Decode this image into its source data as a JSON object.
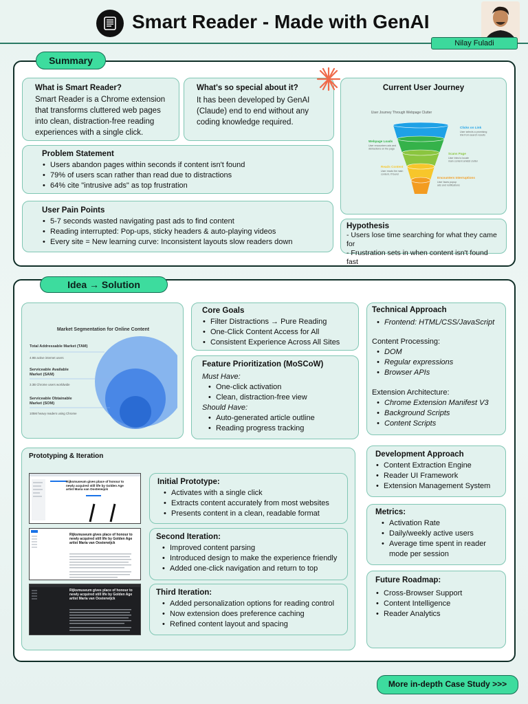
{
  "header": {
    "title": "Smart Reader - Made with GenAI",
    "author": "Nilay Fuladi"
  },
  "summary": {
    "label": "Summary",
    "what": {
      "title": "What is Smart Reader?",
      "body": "Smart Reader is a Chrome extension that transforms cluttered web pages into clean, distraction-free reading experiences with a single click."
    },
    "special": {
      "title": "What's so special about it?",
      "body": "It has been developed by GenAI (Claude) end to end without any coding knowledge required."
    },
    "problem": {
      "title": "Problem Statement",
      "items": [
        "Users abandon pages within seconds if content isn't  found",
        "79% of users scan rather than read due to distractions",
        "64% cite \"intrusive ads\" as top frustration"
      ]
    },
    "pain": {
      "title": "User Pain Points",
      "items": [
        "5-7 seconds wasted navigating past ads to find content",
        "Reading interrupted: Pop-ups, sticky headers & auto-playing videos",
        "Every site = New learning curve: Inconsistent layouts slow readers down"
      ]
    },
    "journey": {
      "title": "Current User Journey",
      "diagram_title": "User Journey Through Webpage Clutter",
      "stages": [
        {
          "label": "Clicks on Link",
          "desc": "User selects a promising link from search results",
          "color": "#1ea1e6"
        },
        {
          "label": "Webpage Loads",
          "desc": "User encounters ads and distractions on the page",
          "color": "#35b24a"
        },
        {
          "label": "Scans Page",
          "desc": "User tries to locate main content amidst clutter",
          "color": "#8bc53f"
        },
        {
          "label": "Reads Content",
          "desc": "User reads the main content, if found",
          "color": "#f7c62b"
        },
        {
          "label": "Encounters Interruptions",
          "desc": "User faces popup ads and notifications",
          "color": "#f39c21"
        }
      ]
    },
    "hypothesis": {
      "title": "Hypothesis",
      "items": [
        "- Users lose time searching for what they came for",
        "- Frustration sets in when content isn't found fast"
      ]
    }
  },
  "idea": {
    "label": "Idea → Solution",
    "market": {
      "title": "Market Segmentation for Online Content",
      "segments": [
        {
          "name": "Total Addressable Market (TAM)",
          "desc": "4.9B active internet users",
          "color": "#3d84ee"
        },
        {
          "name": "Serviceable Available Market (SAM)",
          "desc": "3.3B Chrome users worldwide",
          "color": "#2f74e3"
        },
        {
          "name": "Serviceable Obtainable Market (SOM)",
          "desc": "105M heavy readers using Chrome",
          "color": "#2466cf"
        }
      ]
    },
    "goals": {
      "title": "Core Goals",
      "items": [
        "Filter Distractions → Pure Reading",
        "One-Click Content Access for All",
        "Consistent Experience Across All Sites"
      ]
    },
    "moscow": {
      "title": "Feature Prioritization (MoSCoW)",
      "must_label": "Must Have:",
      "must": [
        "One-click activation",
        "Clean, distraction-free view"
      ],
      "should_label": "Should Have:",
      "should": [
        "Auto-generated article outline",
        "Reading progress tracking"
      ]
    },
    "tech": {
      "title": "Technical Approach",
      "frontend": "Frontend: HTML/CSS/JavaScript",
      "processing_label": "Content Processing:",
      "processing": [
        "DOM",
        "Regular expressions",
        "Browser APIs"
      ],
      "arch_label": "Extension Architecture:",
      "arch": [
        "Chrome Extension Manifest V3",
        "Background Scripts",
        "Content Scripts"
      ]
    },
    "proto": {
      "title": "Prototyping & Iteration",
      "shot_title": "Rijksmuseum gives place of honour to newly acquired still life by Golden Age artist Maria van Oosterwijck",
      "iterations": [
        {
          "title": "Initial Prototype:",
          "items": [
            "Activates with a single click",
            "Extracts content accurately from most websites",
            "Presents content in a clean, readable format"
          ]
        },
        {
          "title": "Second Iteration:",
          "items": [
            "Improved content parsing",
            "Introduced design to make the experience friendly",
            "Added one-click navigation and return to top"
          ]
        },
        {
          "title": "Third Iteration:",
          "items": [
            "Added personalization options for reading control",
            "Now extension does preference caching",
            "Refined content layout and spacing"
          ]
        }
      ]
    },
    "dev": {
      "title": "Development Approach",
      "items": [
        "Content Extraction Engine",
        "Reader UI Framework",
        "Extension Management System"
      ]
    },
    "metrics": {
      "title": "Metrics:",
      "items": [
        "Activation Rate",
        "Daily/weekly active users",
        "Average time spent in reader mode per session"
      ]
    },
    "roadmap": {
      "title": "Future Roadmap:",
      "items": [
        "Cross-Browser Support",
        "Content Intelligence",
        "Reader Analytics"
      ]
    }
  },
  "cta": {
    "label": "More in-depth Case Study >>>"
  }
}
